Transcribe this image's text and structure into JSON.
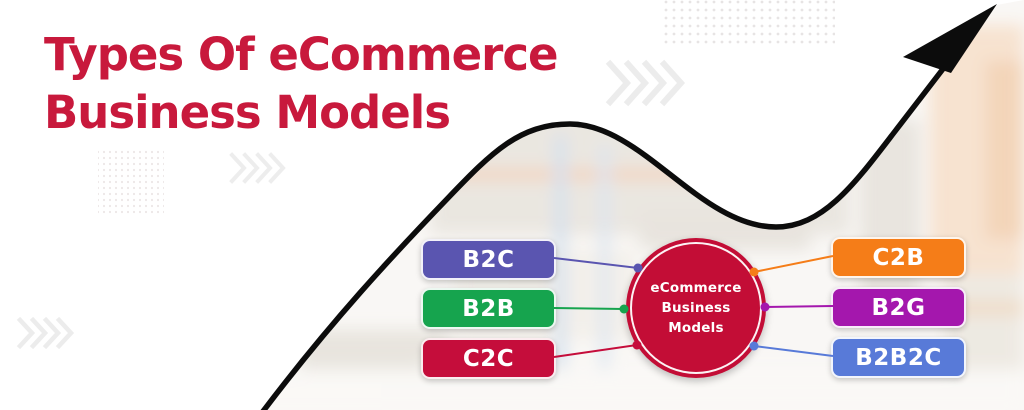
{
  "title": {
    "line1": "Types Of eCommerce",
    "line2": "Business Models",
    "color": "#c8193c"
  },
  "hub": {
    "line1": "eCommerce",
    "line2": "Business Models",
    "color": "#c30d36"
  },
  "models": {
    "left": [
      {
        "label": "B2C",
        "color": "#5a55b0"
      },
      {
        "label": "B2B",
        "color": "#16a44e"
      },
      {
        "label": "C2C",
        "color": "#c50d3b"
      }
    ],
    "right": [
      {
        "label": "C2B",
        "color": "#f57d18"
      },
      {
        "label": "B2G",
        "color": "#a417ad"
      },
      {
        "label": "B2B2C",
        "color": "#587ad8"
      }
    ]
  },
  "decor": {
    "growth_arrow_color": "#0c0c0c",
    "growth_arrow_icon": "growth-arrow",
    "background_image": "warehouse-shelves-photo-faded",
    "chevron_icon": "chevrons-right",
    "dot_grid_icon": "dot-grid"
  }
}
